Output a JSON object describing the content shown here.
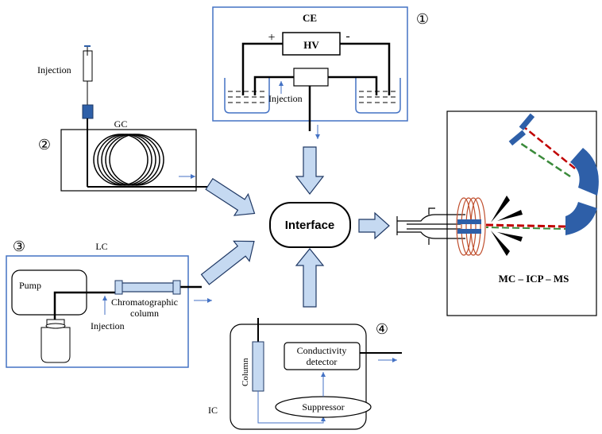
{
  "colors": {
    "box_border": "#4472c4",
    "arrow_fill": "#c5d9f1",
    "arrow_stroke": "#1f3864",
    "accent_blue": "#2e5fa8",
    "coil": "#c0502f",
    "laser_red": "#c00000",
    "laser_green": "#3a8a3a",
    "line": "#000000",
    "thin_arrow": "#4472c4"
  },
  "ce": {
    "number": "①",
    "title": "CE",
    "hv": "HV",
    "plus": "+",
    "minus": "-",
    "injection": "Injection"
  },
  "gc": {
    "number": "②",
    "title": "GC",
    "injection": "Injection"
  },
  "lc": {
    "number": "③",
    "title": "LC",
    "pump": "Pump",
    "column_line1": "Chromatographic",
    "column_line2": "column",
    "injection": "Injection"
  },
  "ic": {
    "number": "④",
    "title": "IC",
    "column": "Column",
    "detector_line1": "Conductivity",
    "detector_line2": "detector",
    "suppressor": "Suppressor"
  },
  "interface": {
    "label": "Interface"
  },
  "ms": {
    "label": "MC – ICP – MS"
  }
}
